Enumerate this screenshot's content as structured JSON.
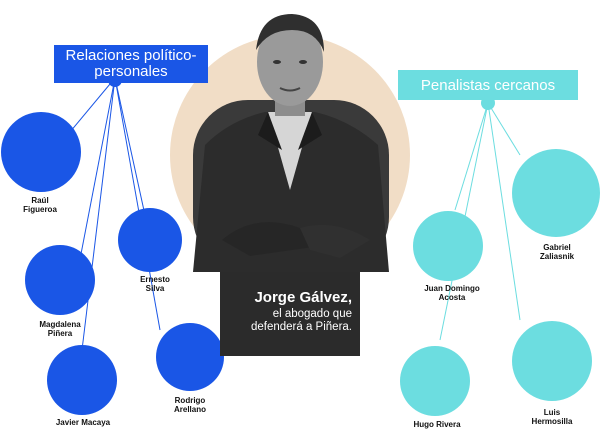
{
  "colors": {
    "left_group": "#1a56e6",
    "right_group": "#6cdde0",
    "center_circle": "#f1ddc6",
    "caption_bg": "#2b2b2b"
  },
  "center": {
    "name": "Jorge Gálvez,",
    "description": "el abogado que\ndefenderá a Piñera.",
    "photo": "portrait-photo"
  },
  "groups": {
    "left": {
      "title": "Relaciones\npolítico- personales",
      "members": [
        "Raúl\nFigueroa",
        "Ernesto\nSilva",
        "Magdalena\nPiñera",
        "Rodrigo\nArellano",
        "Javier Macaya"
      ]
    },
    "right": {
      "title": "Penalistas cercanos",
      "members": [
        "Gabriel\nZaliasnik",
        "Juan Domingo\nAcosta",
        "Luis\nHermosilla",
        "Hugo Rivera"
      ]
    }
  }
}
